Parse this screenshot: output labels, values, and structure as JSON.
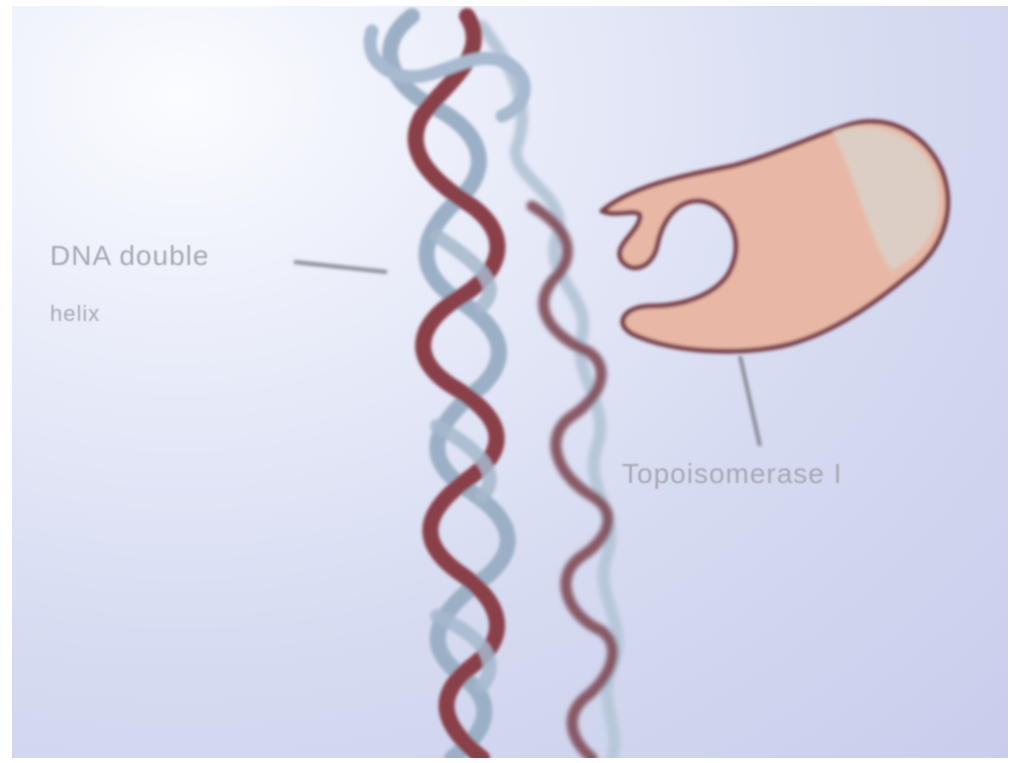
{
  "labels": {
    "dna_line1": "DNA double",
    "dna_line2": "helix",
    "enzyme": "Topoisomerase I"
  },
  "colors": {
    "background": "#d6dbf1",
    "strand_dark": "#8a3f4a",
    "strand_light": "#9bb0c6",
    "enzyme_fill": "#e9b7a5",
    "enzyme_outline": "#7a3f4c",
    "label_text": "#a7a8b3"
  }
}
